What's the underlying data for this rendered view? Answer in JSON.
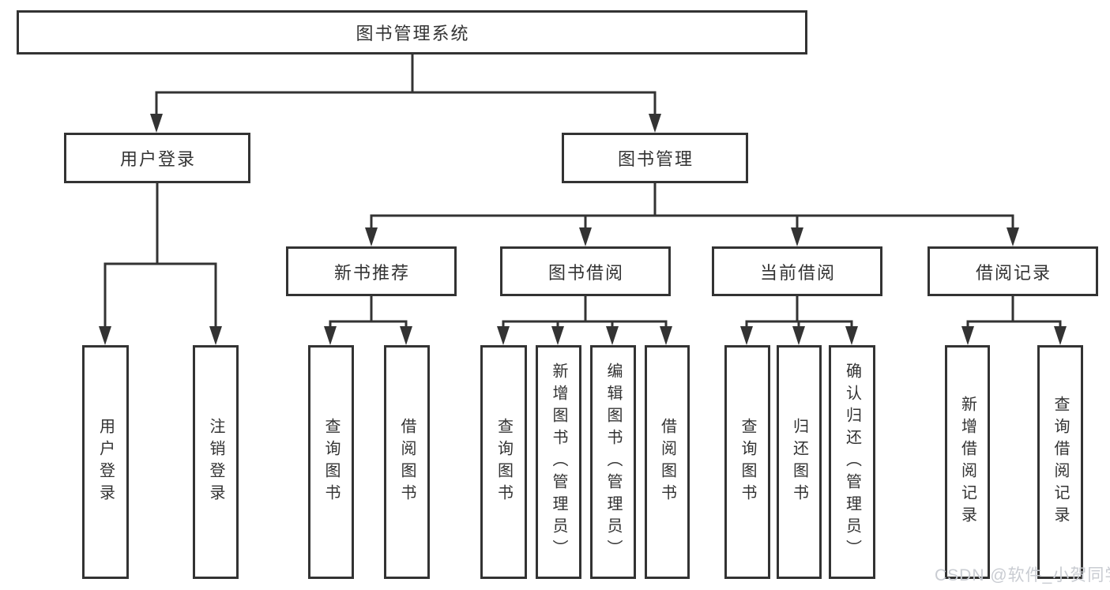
{
  "tree": {
    "root": {
      "label": "图书管理系统",
      "children": [
        {
          "label": "用户登录",
          "children": [
            {
              "label": "用户登录"
            },
            {
              "label": "注销登录"
            }
          ]
        },
        {
          "label": "图书管理",
          "children": [
            {
              "label": "新书推荐",
              "children": [
                {
                  "label": "查询图书"
                },
                {
                  "label": "借阅图书"
                }
              ]
            },
            {
              "label": "图书借阅",
              "children": [
                {
                  "label": "查询图书"
                },
                {
                  "label": "新增图书（管理员）"
                },
                {
                  "label": "编辑图书（管理员）"
                },
                {
                  "label": "借阅图书"
                }
              ]
            },
            {
              "label": "当前借阅",
              "children": [
                {
                  "label": "查询图书"
                },
                {
                  "label": "归还图书"
                },
                {
                  "label": "确认归还（管理员）"
                }
              ]
            },
            {
              "label": "借阅记录",
              "children": [
                {
                  "label": "新增借阅记录"
                },
                {
                  "label": "查询借阅记录"
                }
              ]
            }
          ]
        }
      ]
    }
  },
  "watermark": {
    "text": "CSDN @软件_小贺同学",
    "color": "#c9ccd2"
  },
  "colors": {
    "line": "#333333",
    "box_border": "#333333",
    "text": "#333333",
    "background": "#ffffff"
  }
}
